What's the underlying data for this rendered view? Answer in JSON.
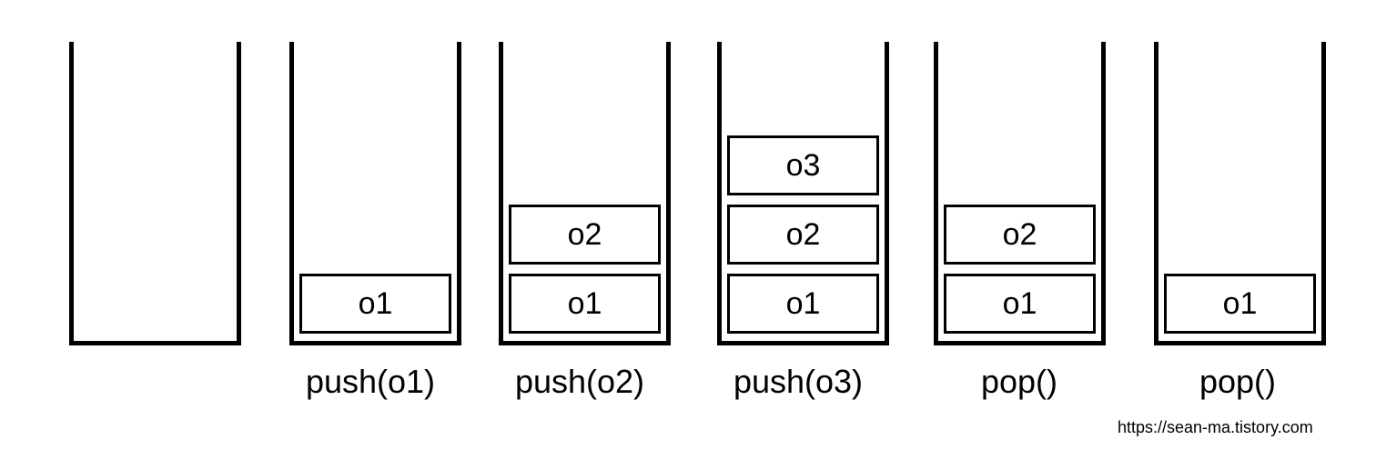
{
  "stacks": [
    {
      "id": "empty",
      "caption": "",
      "items": []
    },
    {
      "id": "push-o1",
      "caption": "push(o1)",
      "items": [
        "o1"
      ]
    },
    {
      "id": "push-o2",
      "caption": "push(o2)",
      "items": [
        "o1",
        "o2"
      ]
    },
    {
      "id": "push-o3",
      "caption": "push(o3)",
      "items": [
        "o1",
        "o2",
        "o3"
      ]
    },
    {
      "id": "pop-1",
      "caption": "pop()",
      "items": [
        "o1",
        "o2"
      ]
    },
    {
      "id": "pop-2",
      "caption": "pop()",
      "items": [
        "o1"
      ]
    }
  ],
  "watermark": "https://sean-ma.tistory.com"
}
